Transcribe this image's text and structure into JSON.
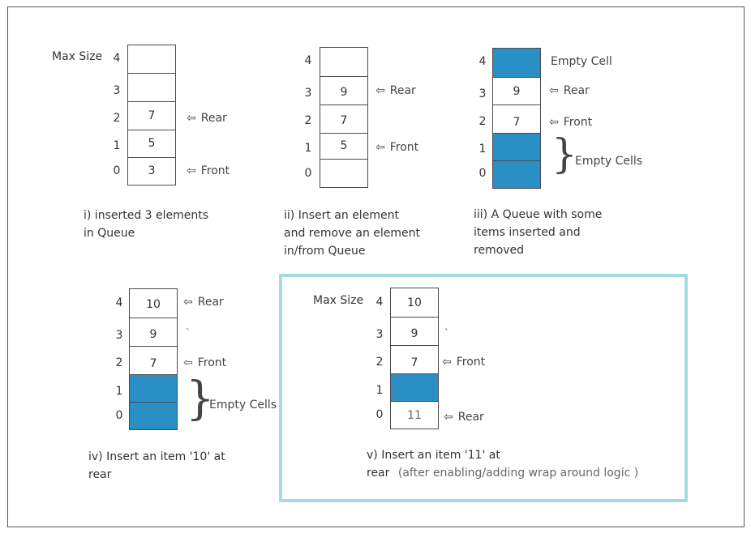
{
  "max_size_label": "Max Size",
  "indices": [
    "0",
    "1",
    "2",
    "3",
    "4"
  ],
  "arrow_symbol": "⇦",
  "panel1": {
    "cells": [
      "3",
      "5",
      "7",
      "",
      ""
    ],
    "rear": "Rear",
    "front": "Front",
    "caption": [
      "i) inserted 3 elements",
      "in Queue"
    ]
  },
  "panel2": {
    "cells": [
      "",
      "5",
      "7",
      "9",
      ""
    ],
    "rear": "Rear",
    "front": "Front",
    "caption": [
      "ii) Insert an element",
      "and remove an element",
      "in/from Queue"
    ]
  },
  "panel3": {
    "cells": [
      "",
      "",
      "7",
      "9",
      ""
    ],
    "empty_cell": "Empty Cell",
    "rear": "Rear",
    "front": "Front",
    "empty_cells": "Empty Cells",
    "caption": [
      "iii) A Queue with some",
      "items inserted and",
      "removed"
    ]
  },
  "panel4": {
    "cells": [
      "",
      "",
      "7",
      "9",
      "10"
    ],
    "rear": "Rear",
    "tick": "`",
    "front": "Front",
    "empty_cells": "Empty Cells",
    "caption": [
      "iv) Insert an item '10' at",
      "rear"
    ]
  },
  "panel5": {
    "cells": [
      "11",
      "",
      "7",
      "9",
      "10"
    ],
    "tick": "`",
    "front": "Front",
    "rear": "Rear",
    "caption_line1": "v) Insert an item '11' at",
    "caption_line2_main": "rear",
    "caption_line2_note": "(after enabling/adding wrap around logic )"
  },
  "colors": {
    "filled": "#2a8fc4",
    "highlight_border": "#a6dbe6"
  }
}
